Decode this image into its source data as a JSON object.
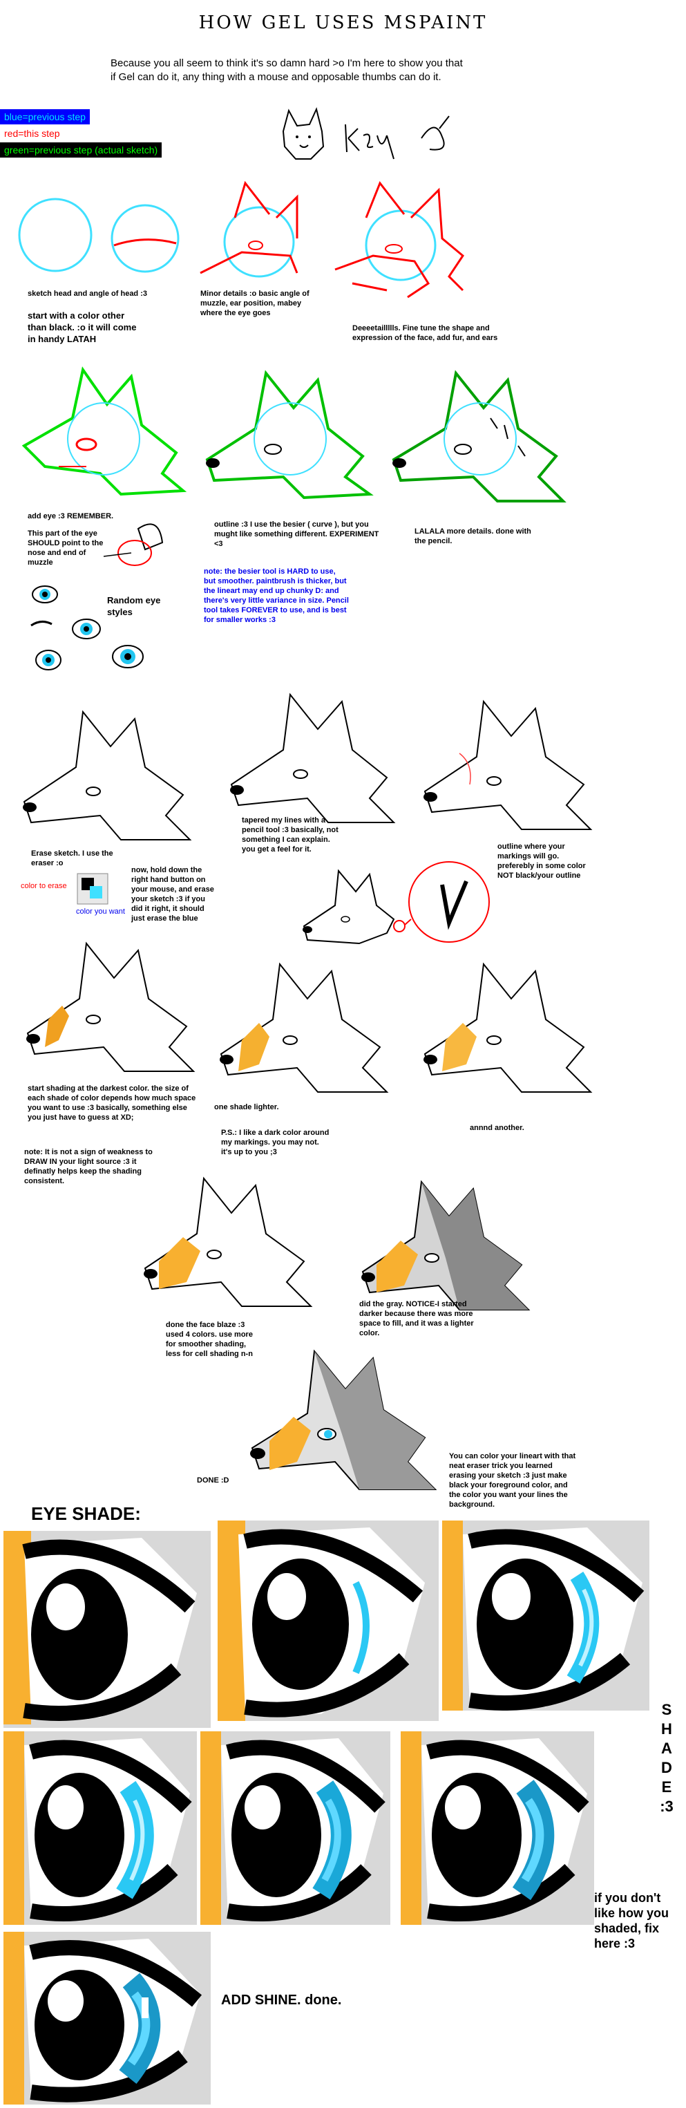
{
  "title": "HOW GEL USES MSPAINT",
  "intro": "Because you all seem to think it's so damn hard >o I'm here to show you that if Gel can do it, any thing with a mouse and opposable thumbs can do it.",
  "legend": {
    "blue": "blue=previous step",
    "red": "red=this step",
    "green": "green=previous step (actual sketch)",
    "colors": {
      "blue_bg": "#0000ff",
      "blue_text": "#00e5ff",
      "red_text": "#ff0000",
      "green_bg": "#000000",
      "green_text": "#00ff00"
    }
  },
  "sketch": {
    "step1": "sketch head and angle of head :3",
    "step1b": "start with a color other than black. :o it will come in handy LATAH",
    "step2": "Minor details :o basic angle of muzzle, ear position, mabey where the eye goes",
    "step3": "Deeeetaillllls. Fine tune the shape and expression of the face, add fur, and ears"
  },
  "eyes": {
    "add_eye": "add eye :3 REMEMBER.",
    "point": "This part of the eye SHOULD point to the nose and end of muzzle",
    "random": "Random eye styles"
  },
  "outline": {
    "text": "outline :3 I use the besier ( curve ), but you mught like something different. EXPERIMENT <3",
    "note": "note: the besier tool is HARD to use, but smoother. paintbrush is thicker, but the lineart may end up chunky D: and there's very little variance in size. Pencil tool takes FOREVER to use, and is best for smaller works :3",
    "lalala": "LALALA more details. done with the pencil."
  },
  "erase": {
    "text": "Erase sketch. I use the eraser :o",
    "color_to_erase": "color to erase",
    "color_you_want": "color you want",
    "howto": "now, hold down the right hand button on your mouse, and erase your sketch :3 if you did it right, it should just erase the blue",
    "tapered": "tapered my lines with a pencil tool :3 basically, not something I can explain. you get a feel for it.",
    "markings": "outline where your markings will go. preferebly in some color NOT black/your outline"
  },
  "shading": {
    "darkest": "start shading at the darkest color. the size of each shade of color depends how much space you want to use :3 basically, something else you just have to guess at XD;",
    "note": "note: It is not a sign of weakness to DRAW IN your light source :3 it definatly helps keep the shading consistent.",
    "lighter": "one shade lighter.",
    "ps": "P.S.: I like a dark color around my markings. you may not. it's up to you ;3",
    "another": "annnd another.",
    "blaze": "done the face blaze :3 used 4 colors. use more for smoother shading, less for cell shading n-n",
    "gray": "did the gray. NOTICE-I started darker because there was more space to fill, and it was a lighter color.",
    "lineart": "You can color your lineart with that neat eraser trick you learned erasing your sketch :3 just make black your foreground color, and the color you want your lines the background.",
    "done": "DONE :D"
  },
  "eye_shade": {
    "title": "EYE SHADE:",
    "side_letters": [
      "S",
      "H",
      "A",
      "D",
      "E",
      ":3"
    ],
    "fix": "if you don't like how you shaded, fix here :3",
    "shine": "ADD SHINE. done."
  }
}
